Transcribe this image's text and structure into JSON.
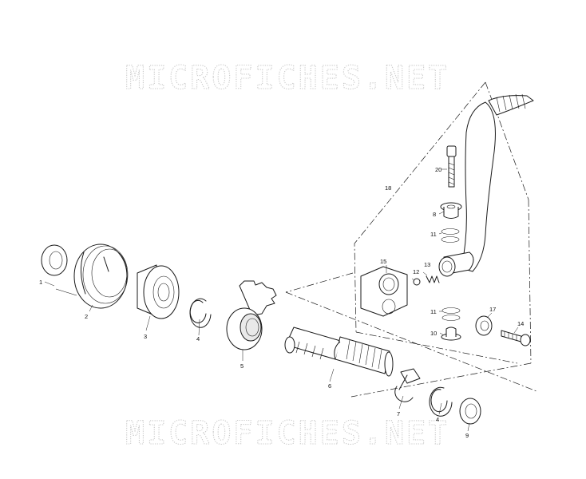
{
  "watermark": {
    "top": "MICROFICHES.NET",
    "bottom": "MICROFICHES.NET"
  },
  "colors": {
    "line": "#1a1a1a",
    "watermark": "#c8c8c8",
    "background": "#ffffff"
  },
  "callouts": {
    "p1": "1",
    "p2": "2",
    "p3": "3",
    "p4a": "4",
    "p4b": "4",
    "p5": "5",
    "p6": "6",
    "p7": "7",
    "p8": "8",
    "p9": "9",
    "p10": "10",
    "p11a": "11",
    "p11b": "11",
    "p12": "12",
    "p13": "13",
    "p14": "14",
    "p15": "15",
    "p17": "17",
    "p18": "18",
    "p20": "20"
  }
}
